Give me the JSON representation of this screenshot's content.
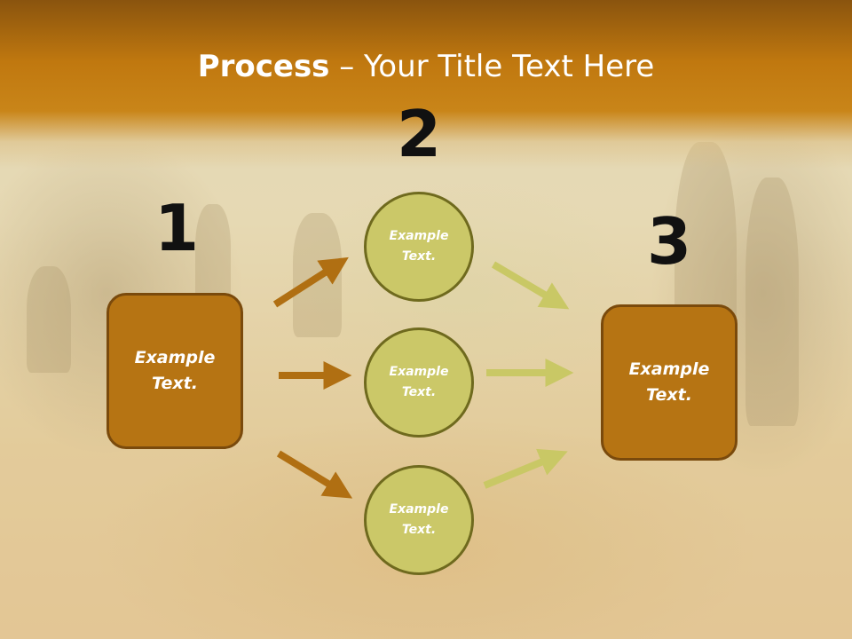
{
  "slide": {
    "title_strong": "Process",
    "title_rest": " – Your Title Text Here"
  },
  "steps": {
    "step1": {
      "number": "1",
      "text": "Example Text."
    },
    "step2": {
      "number": "2",
      "items": [
        "Example Text.",
        "Example Text.",
        "Example Text."
      ]
    },
    "step3": {
      "number": "3",
      "text": "Example Text."
    }
  },
  "colors": {
    "header_band": "#c0780f",
    "box_fill": "#b67413",
    "box_border": "#7a4a0c",
    "circle_fill": "#cbc868",
    "circle_border": "#6f6a1e",
    "arrow_brown": "#b06f12",
    "arrow_green": "#c9c865"
  }
}
